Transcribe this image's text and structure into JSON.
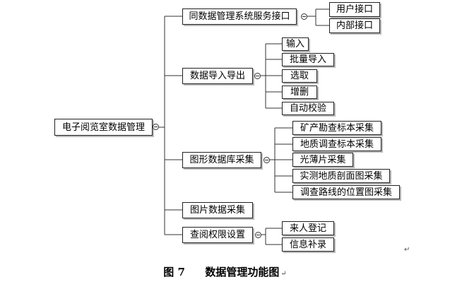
{
  "root": {
    "label": "电子阅览室数据管理"
  },
  "branches": [
    {
      "label": "同数据管理系统服务接口",
      "children": [
        "用户接口",
        "内部接口"
      ]
    },
    {
      "label": "数据导入导出",
      "children": [
        "输入",
        "批量导入",
        "选取",
        "增删",
        "自动校验"
      ]
    },
    {
      "label": "图形数据库采集",
      "children": [
        "矿产勘查标本采集",
        "地质调查标本采集",
        "光薄片采集",
        "实测地质剖面图采集",
        "调查路线的位置图采集"
      ]
    },
    {
      "label": "图片数据采集",
      "children": []
    },
    {
      "label": "查阅权限设置",
      "children": [
        "来人登记",
        "信息补录"
      ]
    }
  ],
  "caption": {
    "label": "图 7",
    "title": "数据管理功能图",
    "mark": "↵"
  },
  "trailing_mark": "↵"
}
